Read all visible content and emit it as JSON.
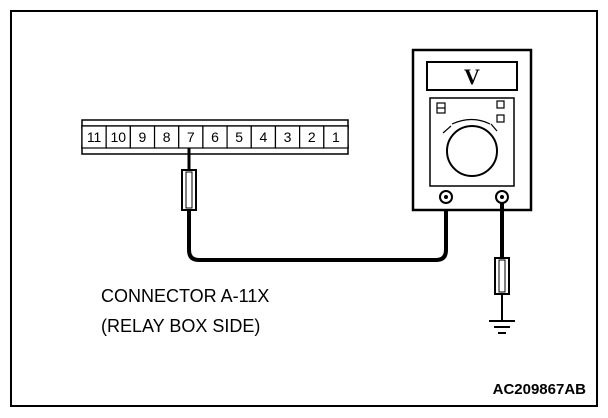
{
  "connector": {
    "pins": [
      "11",
      "10",
      "9",
      "8",
      "7",
      "6",
      "5",
      "4",
      "3",
      "2",
      "1"
    ],
    "probed_pin": "7"
  },
  "meter": {
    "unit": "V"
  },
  "caption": {
    "line1": "CONNECTOR A-11X",
    "line2": "(RELAY BOX SIDE)"
  },
  "figure_id": "AC209867AB"
}
